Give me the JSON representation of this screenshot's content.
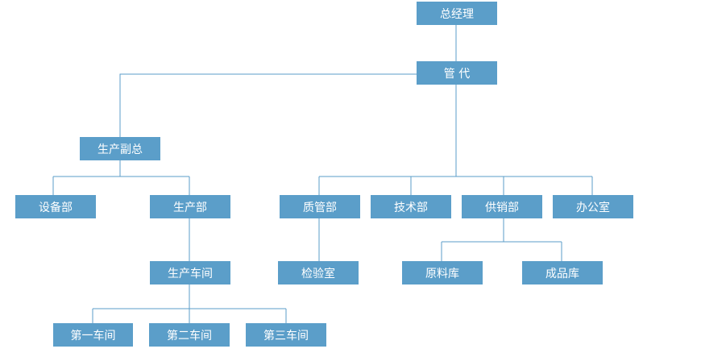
{
  "colors": {
    "box_fill": "#5b9ec9",
    "text": "#ffffff",
    "connector": "#5b9ec9"
  },
  "nodes": {
    "ceo": "总经理",
    "deputy": "管 代",
    "prod_vp": "生产副总",
    "equipment": "设备部",
    "production": "生产部",
    "qc": "质管部",
    "tech": "技术部",
    "supply": "供销部",
    "office": "办公室",
    "workshop": "生产车间",
    "inspection": "检验室",
    "raw_store": "原料库",
    "finished_store": "成品库",
    "ws1": "第一车间",
    "ws2": "第二车间",
    "ws3": "第三车间"
  }
}
